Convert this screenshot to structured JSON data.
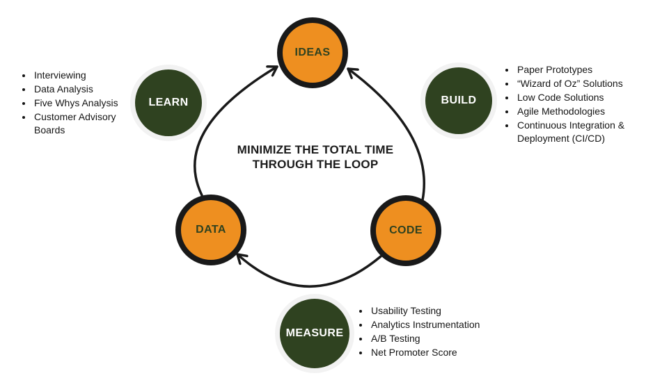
{
  "center_label": {
    "line1": "MINIMIZE THE TOTAL TIME",
    "line2": "THROUGH THE LOOP"
  },
  "nodes": {
    "ideas": {
      "label": "IDEAS"
    },
    "build": {
      "label": "BUILD"
    },
    "code": {
      "label": "CODE"
    },
    "measure": {
      "label": "MEASURE"
    },
    "data": {
      "label": "DATA"
    },
    "learn": {
      "label": "LEARN"
    }
  },
  "lists": {
    "learn": {
      "items": [
        "Interviewing",
        "Data Analysis",
        "Five Whys Analysis",
        "Customer Advisory Boards"
      ]
    },
    "build": {
      "items": [
        "Paper Prototypes",
        "“Wizard of Oz” Solutions",
        "Low Code Solutions",
        "Agile Methodologies",
        "Continuous Integration & Deployment (CI/CD)"
      ]
    },
    "measure": {
      "items": [
        "Usability Testing",
        "Analytics Instrumentation",
        "A/B Testing",
        "Net Promoter Score"
      ]
    }
  },
  "flow": {
    "arrows": [
      {
        "from": "DATA",
        "to": "IDEAS"
      },
      {
        "from": "CODE",
        "to": "IDEAS"
      },
      {
        "from": "CODE",
        "to": "DATA"
      }
    ]
  },
  "colors": {
    "node_orange": "#EE8F20",
    "node_green": "#2F4220",
    "outline_black": "#191919",
    "halo_gray": "#F2F2F2",
    "label_on_orange": "#2F4220",
    "label_on_green": "#FFFFFF",
    "text_black": "#141414"
  }
}
